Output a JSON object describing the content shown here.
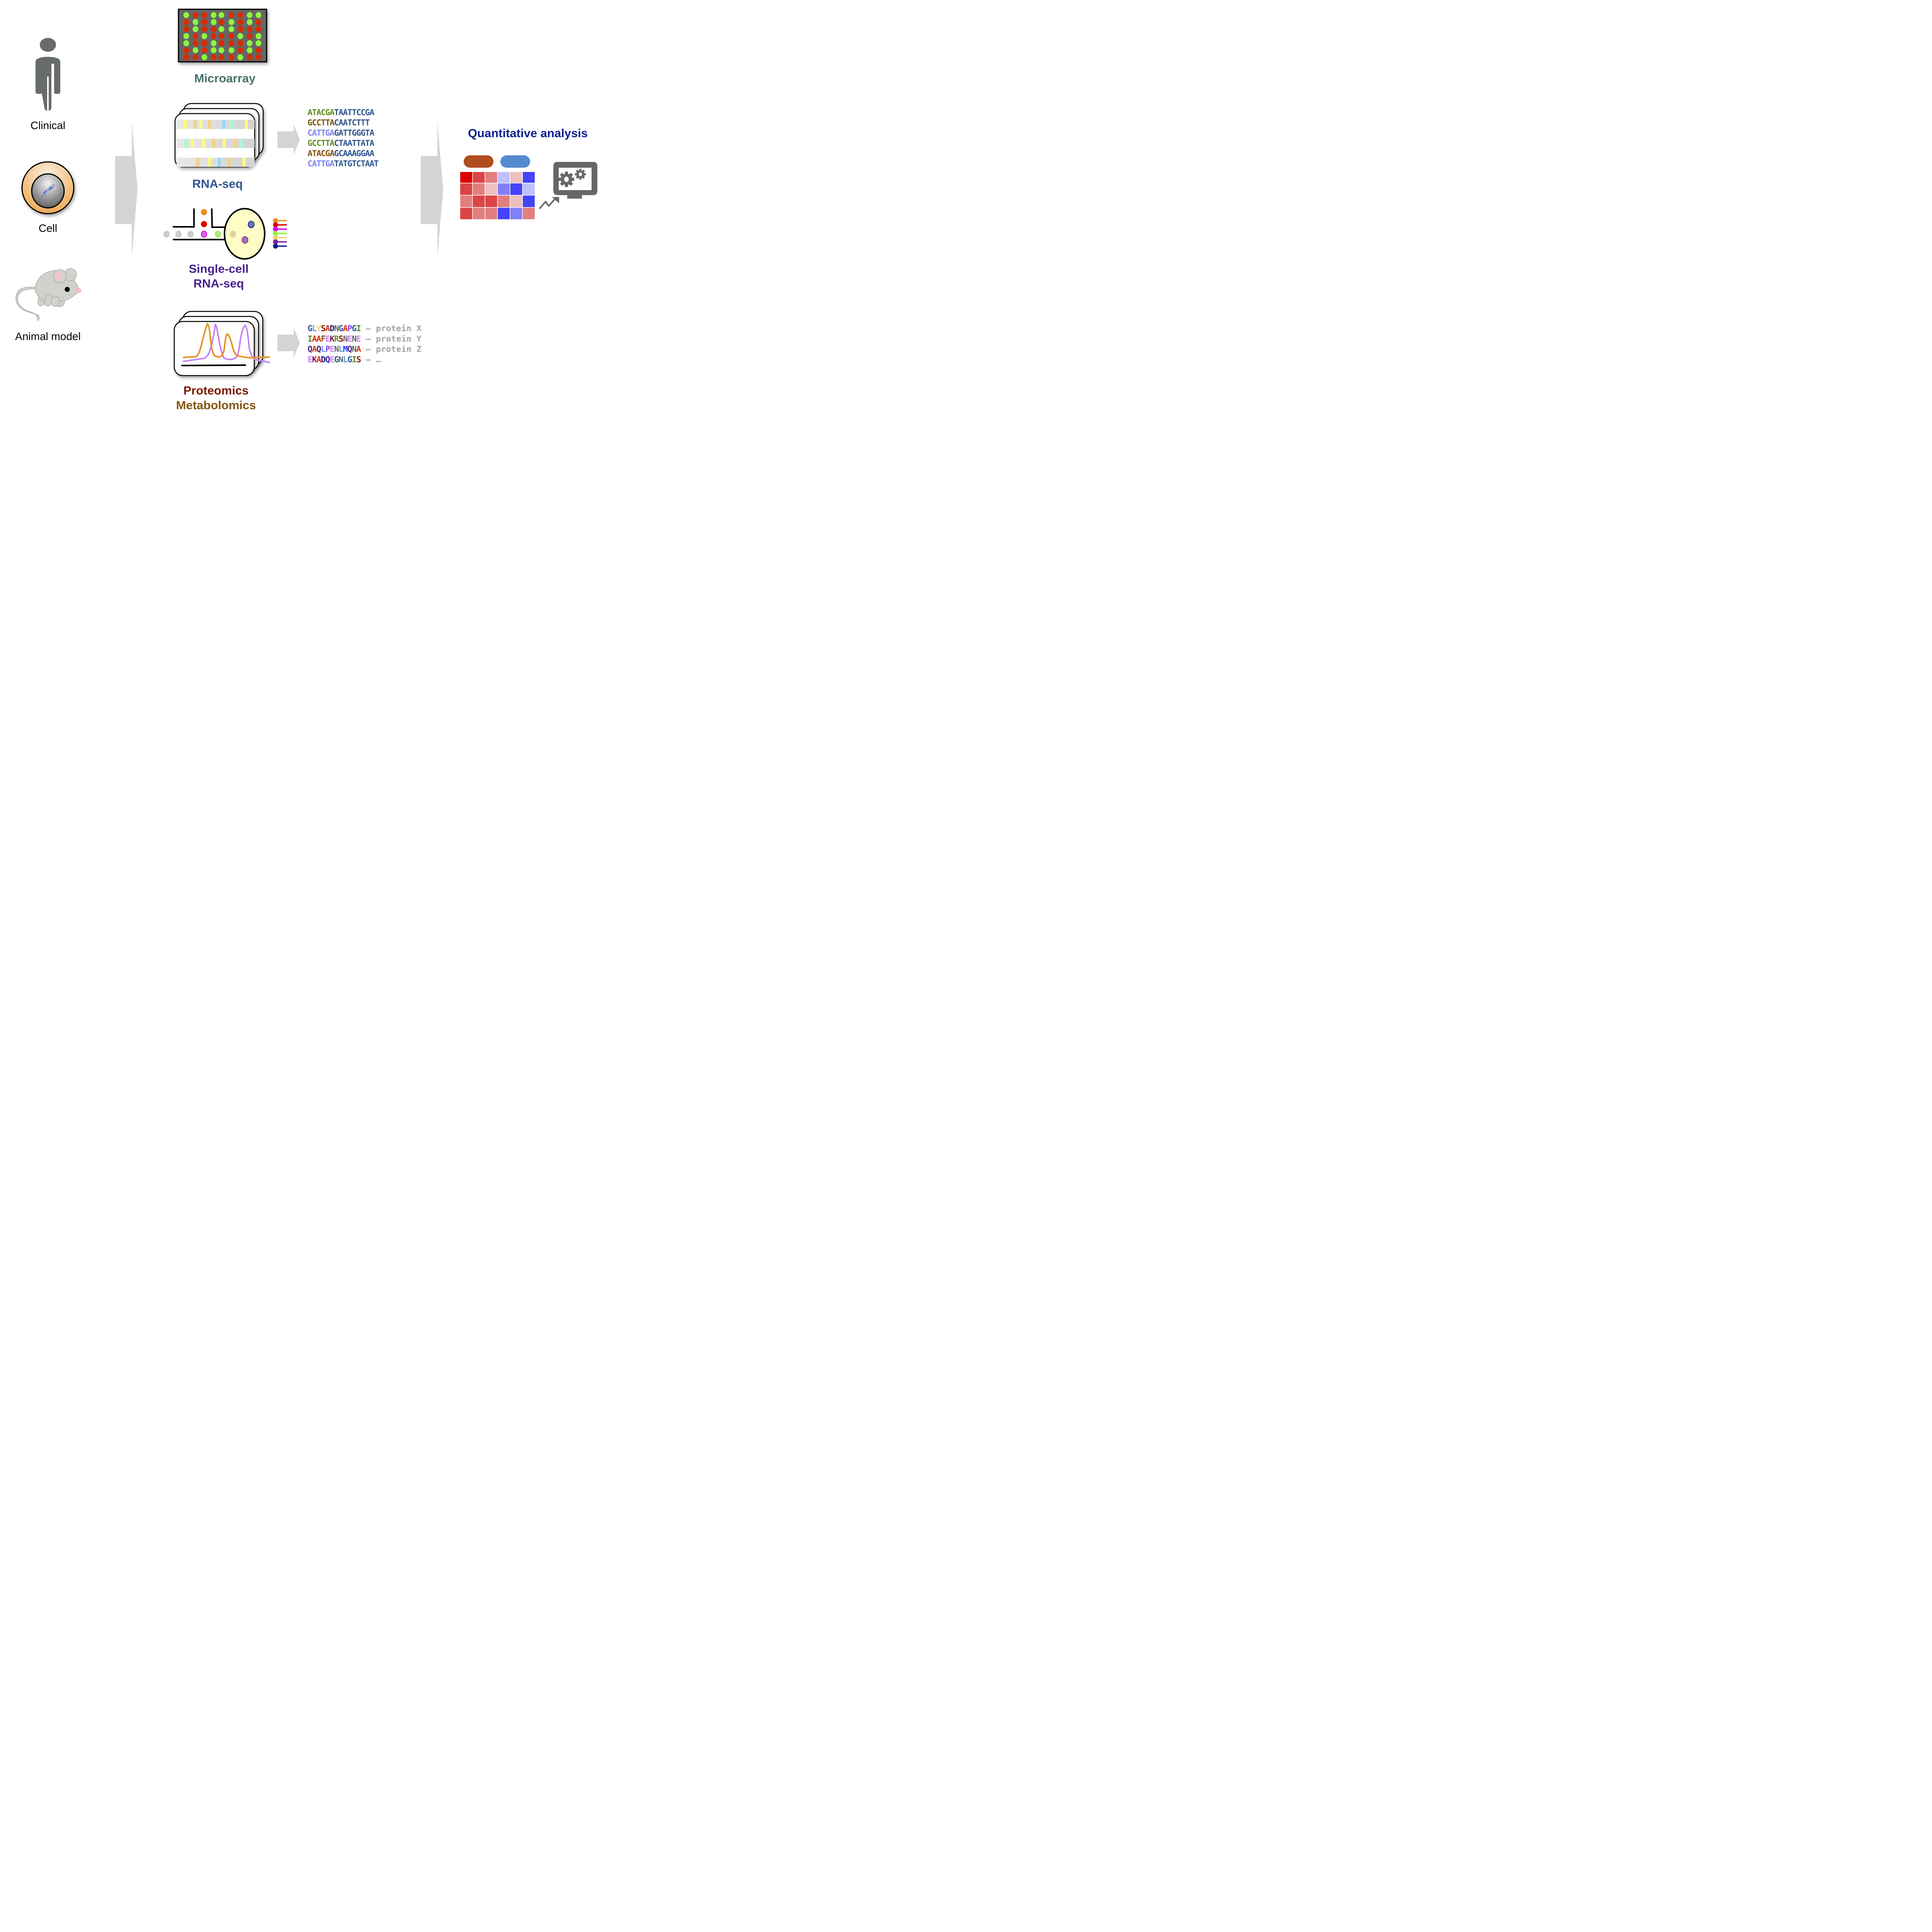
{
  "sources": [
    {
      "id": "clinical",
      "label": "Clinical",
      "icon": "human-figure-icon"
    },
    {
      "id": "cell",
      "label": "Cell",
      "icon": "cell-dna-icon"
    },
    {
      "id": "animal",
      "label": "Animal model",
      "icon": "mouse-icon"
    }
  ],
  "technologies": {
    "microarray": {
      "label": "Microarray",
      "color": "#45736c"
    },
    "rnaseq": {
      "label": "RNA-seq",
      "color": "#2f5590"
    },
    "scrnaseq": {
      "label_line1": "Single-cell",
      "label_line2": "RNA-seq",
      "color": "#49248c"
    },
    "omics": {
      "label_line1": "Proteomics",
      "label_line2": "Metabolomics",
      "color1": "#7c1a04",
      "color2": "#82550f"
    }
  },
  "microarray_grid": {
    "colors": {
      "G": "#8ef83c",
      "R": "#d92b00",
      "bg": "#666666"
    },
    "rows": [
      "GRRGGRRGG",
      "RGRGRGRGR",
      "RGRRGGRRR",
      "GRGRRRGRG",
      "GRRGRRRGG",
      "RGRGGGRGR",
      "RRGRRRGRR"
    ]
  },
  "rnaseq_reads": {
    "band_colors": {
      "Y": "#fdfb7e",
      "O": "#f3d27e",
      "B": "#9ad6fb",
      "T": "#a8fad6"
    },
    "tracks": [
      [
        [
          "Y",
          0.095
        ],
        [
          "O",
          0.215
        ],
        [
          "Y",
          0.29
        ],
        [
          "O",
          0.4
        ],
        [
          "B",
          0.585
        ],
        [
          "T",
          0.68
        ],
        [
          "Y",
          0.875
        ]
      ],
      [
        [
          "T",
          0.1
        ],
        [
          "Y",
          0.18
        ],
        [
          "Y",
          0.325
        ],
        [
          "O",
          0.455
        ],
        [
          "Y",
          0.59
        ],
        [
          "O",
          0.728
        ],
        [
          "T",
          0.806
        ]
      ],
      [
        [
          "O",
          0.25
        ],
        [
          "Y",
          0.4
        ],
        [
          "B",
          0.527
        ],
        [
          "O",
          0.652
        ],
        [
          "Y",
          0.842
        ]
      ]
    ]
  },
  "dna_sequences": [
    [
      {
        "t": "ATACGA",
        "c": "#678b22"
      },
      {
        "t": "TAATTCCGA",
        "c": "#30568e"
      }
    ],
    [
      {
        "t": "GCCTTA",
        "c": "#80530f"
      },
      {
        "t": "CAATCTTT",
        "c": "#30568e"
      }
    ],
    [
      {
        "t": "CATTGA",
        "c": "#7d83f7"
      },
      {
        "t": "GATTGGGTA",
        "c": "#30568e"
      }
    ],
    [
      {
        "t": "GCCTTA",
        "c": "#678b22"
      },
      {
        "t": "CTAATTATA",
        "c": "#30568e"
      }
    ],
    [
      {
        "t": "ATACGA",
        "c": "#80530f"
      },
      {
        "t": "GCAAAGGAA",
        "c": "#30568e"
      }
    ],
    [
      {
        "t": "CATTGA",
        "c": "#7d83f7"
      },
      {
        "t": "TATGTCTAAT",
        "c": "#30568e"
      }
    ]
  ],
  "protein_sequences": [
    {
      "residues": [
        [
          "G",
          "#30568e"
        ],
        [
          "L",
          "#5a9af5"
        ],
        [
          "Y",
          "#f2d27e"
        ],
        [
          "S",
          "#7c1a0f"
        ],
        [
          "A",
          "#db2b05"
        ],
        [
          "D",
          "#0d1f8a"
        ],
        [
          "N",
          "#666666"
        ],
        [
          "G",
          "#30568e"
        ],
        [
          "A",
          "#db2b05"
        ],
        [
          "P",
          "#8a3ff5"
        ],
        [
          "G",
          "#30568e"
        ],
        [
          "I",
          "#56891f"
        ]
      ],
      "suffix": " – protein X"
    },
    {
      "residues": [
        [
          "I",
          "#56891f"
        ],
        [
          "A",
          "#db2b05"
        ],
        [
          "A",
          "#db2b05"
        ],
        [
          "F",
          "#82550f"
        ],
        [
          "E",
          "#c484f7"
        ],
        [
          "K",
          "#7c1b51"
        ],
        [
          "R",
          "#678b22"
        ],
        [
          "S",
          "#7c1a0f"
        ],
        [
          "N",
          "#666666"
        ],
        [
          "E",
          "#c484f7"
        ],
        [
          "N",
          "#666666"
        ],
        [
          "E",
          "#c484f7"
        ]
      ],
      "suffix": " – protein Y"
    },
    {
      "residues": [
        [
          "Q",
          "#49248c"
        ],
        [
          "A",
          "#db2b05"
        ],
        [
          "Q",
          "#49248c"
        ],
        [
          "L",
          "#5a9af5"
        ],
        [
          "P",
          "#8a3ff5"
        ],
        [
          "E",
          "#c484f7"
        ],
        [
          "N",
          "#666666"
        ],
        [
          "L",
          "#5a9af5"
        ],
        [
          "M",
          "#2435f5"
        ],
        [
          "Q",
          "#49248c"
        ],
        [
          "N",
          "#666666"
        ],
        [
          "A",
          "#db2b05"
        ]
      ],
      "suffix": " – protein Z"
    },
    {
      "residues": [
        [
          "E",
          "#c484f7"
        ],
        [
          "K",
          "#7c1b51"
        ],
        [
          "A",
          "#db2b05"
        ],
        [
          "D",
          "#0d1f8a"
        ],
        [
          "Q",
          "#49248c"
        ],
        [
          "E",
          "#c484f7"
        ],
        [
          "G",
          "#30568e"
        ],
        [
          "N",
          "#666666"
        ],
        [
          "L",
          "#5a9af5"
        ],
        [
          "G",
          "#30568e"
        ],
        [
          "I",
          "#56891f"
        ],
        [
          "S",
          "#7c1a0f"
        ]
      ],
      "suffix": " – …"
    }
  ],
  "single_cell": {
    "inlet_beads": [
      "#e59124",
      "#db0000"
    ],
    "channel_beads": [
      {
        "fill": "#cccccc",
        "stroke": "#cccccc"
      },
      {
        "fill": "#cccccc",
        "stroke": "#cccccc"
      },
      {
        "fill": "#cccccc",
        "stroke": "#cccccc"
      },
      {
        "fill": "#d466e0",
        "stroke": "#dd00f0"
      },
      {
        "fill": "#ade584",
        "stroke": "#8ef83c"
      },
      {
        "fill": "#decfa6",
        "stroke": "#f2d27e"
      }
    ],
    "droplet_beads": [
      {
        "fill": "#6b75ae",
        "stroke": "#0d1f8a"
      },
      {
        "fill": "#a577ad",
        "stroke": "#7c258e"
      }
    ],
    "barcodes": [
      "#e59124",
      "#db0000",
      "#dd00f0",
      "#8ef83c",
      "#f2d27e",
      "#7c258e",
      "#0d1f8a"
    ]
  },
  "quantitative": {
    "title": "Quantitative analysis",
    "group_pills": [
      "#b04d21",
      "#548bce"
    ],
    "heatmap": [
      [
        "#d90000",
        "#db4444",
        "#e27e7e",
        "#bfc0fd",
        "#edbfbf",
        "#4343fb"
      ],
      [
        "#db4444",
        "#e27e7e",
        "#edbfbf",
        "#8080fa",
        "#4343fb",
        "#bfc0fd"
      ],
      [
        "#e27e7e",
        "#db4444",
        "#db4444",
        "#e27e7e",
        "#edbfbf",
        "#4343fb"
      ],
      [
        "#db4444",
        "#e27e7e",
        "#e27e7e",
        "#4343fb",
        "#8080fa",
        "#e27e7e"
      ]
    ]
  },
  "chromatogram": {
    "series": [
      {
        "name": "orange-trace",
        "color": "#e59124"
      },
      {
        "name": "violet-trace",
        "color": "#c484f7"
      }
    ]
  }
}
